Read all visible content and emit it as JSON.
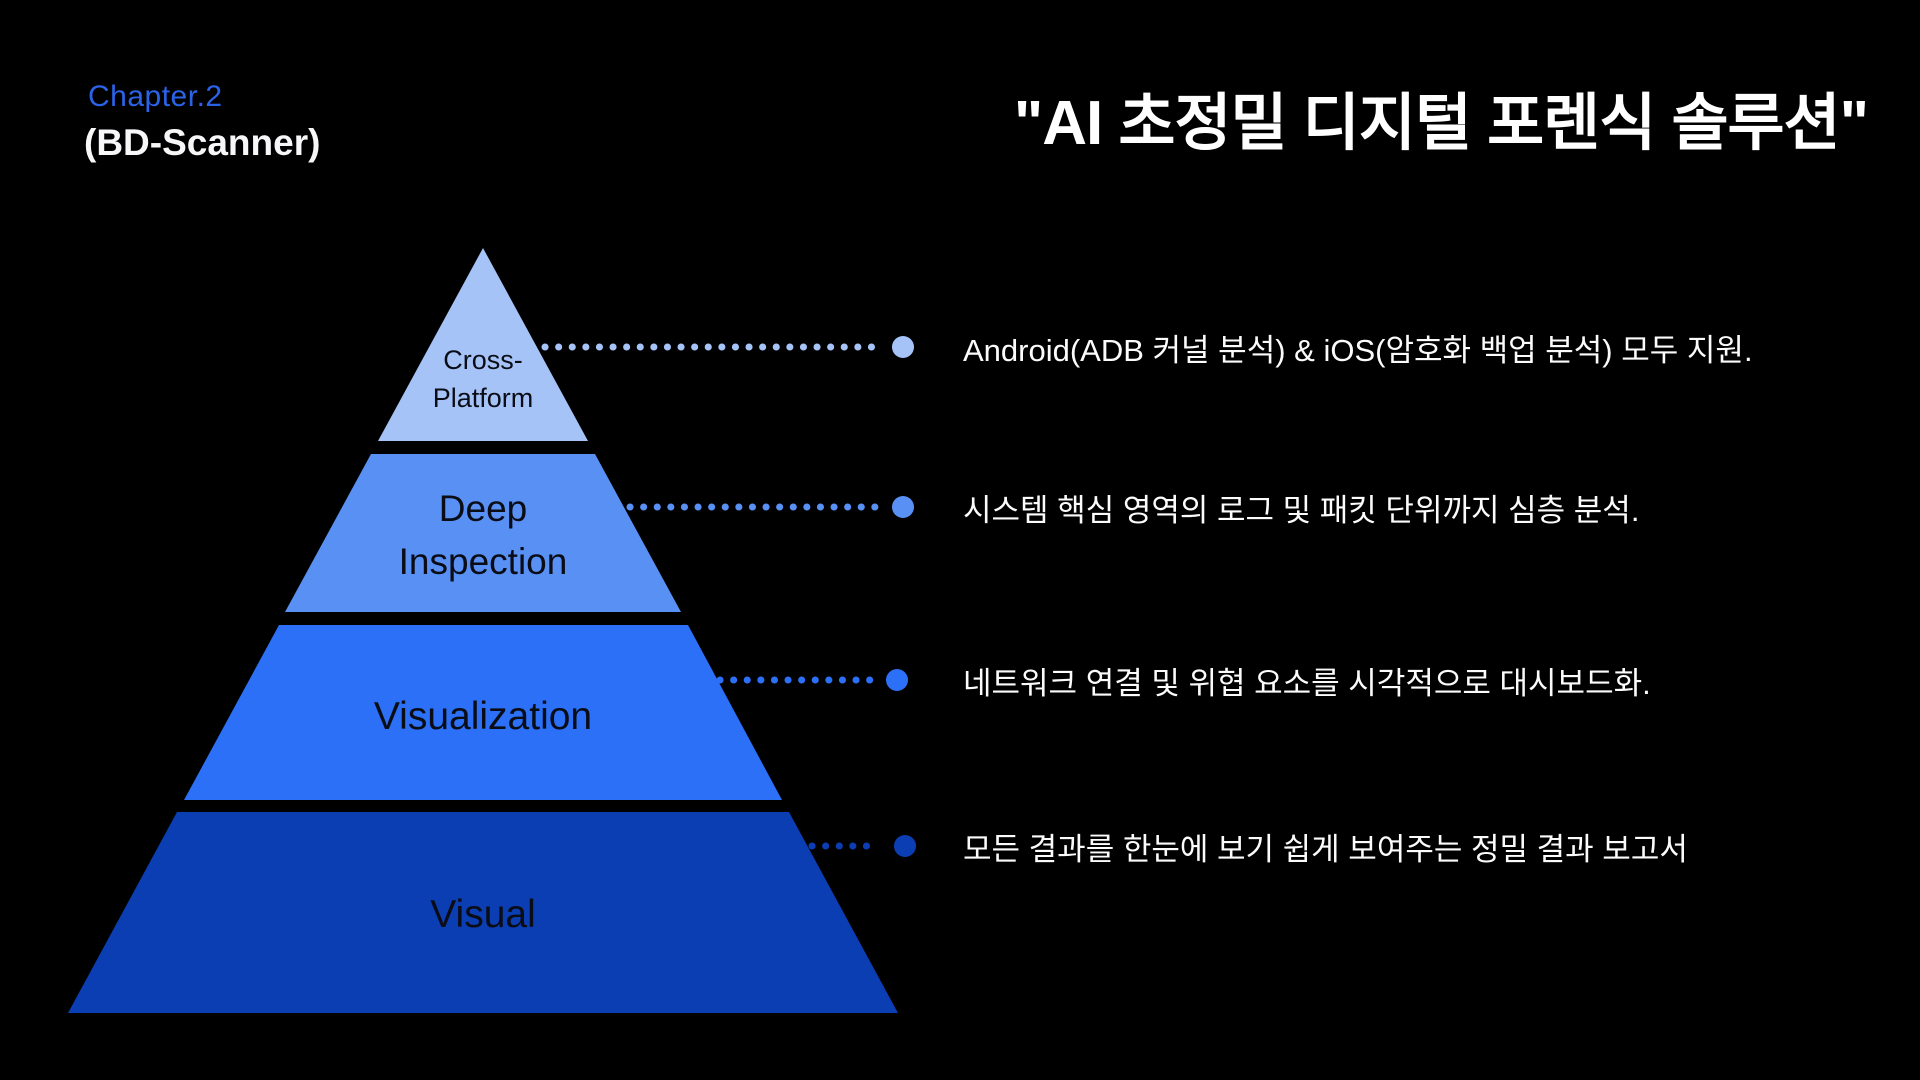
{
  "header": {
    "chapter_label": "Chapter.2",
    "product_label": "(BD-Scanner)",
    "title": "\"AI 초정밀 디지털 포렌식 솔루션\""
  },
  "colors": {
    "background": "#000000",
    "chapter_blue": "#2b63e8",
    "level_label_dark": "#0a0c16",
    "callout_text_white": "#fbfbfc"
  },
  "pyramid": {
    "levels": [
      {
        "name": "cross-platform",
        "line1": "Cross-",
        "line2": "Platform",
        "color": "#a6c3f8"
      },
      {
        "name": "deep-inspection",
        "line1": "Deep",
        "line2": "Inspection",
        "color": "#5890f3"
      },
      {
        "name": "visualization",
        "line1": "Visualization",
        "color": "#2b70f6"
      },
      {
        "name": "visual",
        "line1": "Visual",
        "color": "#0c3eb3"
      }
    ]
  },
  "callouts": [
    {
      "text": "Android(ADB 커널 분석) & iOS(암호화 백업 분석) 모두 지원.",
      "color": "#a6c3f8"
    },
    {
      "text": "시스템 핵심 영역의 로그 및 패킷 단위까지 심층 분석.",
      "color": "#5890f3"
    },
    {
      "text": "네트워크 연결 및 위협 요소를 시각적으로 대시보드화.",
      "color": "#2b70f6"
    },
    {
      "text": "모든 결과를 한눈에 보기 쉽게 보여주는 정밀 결과 보고서",
      "color": "#0c3eb3"
    }
  ]
}
